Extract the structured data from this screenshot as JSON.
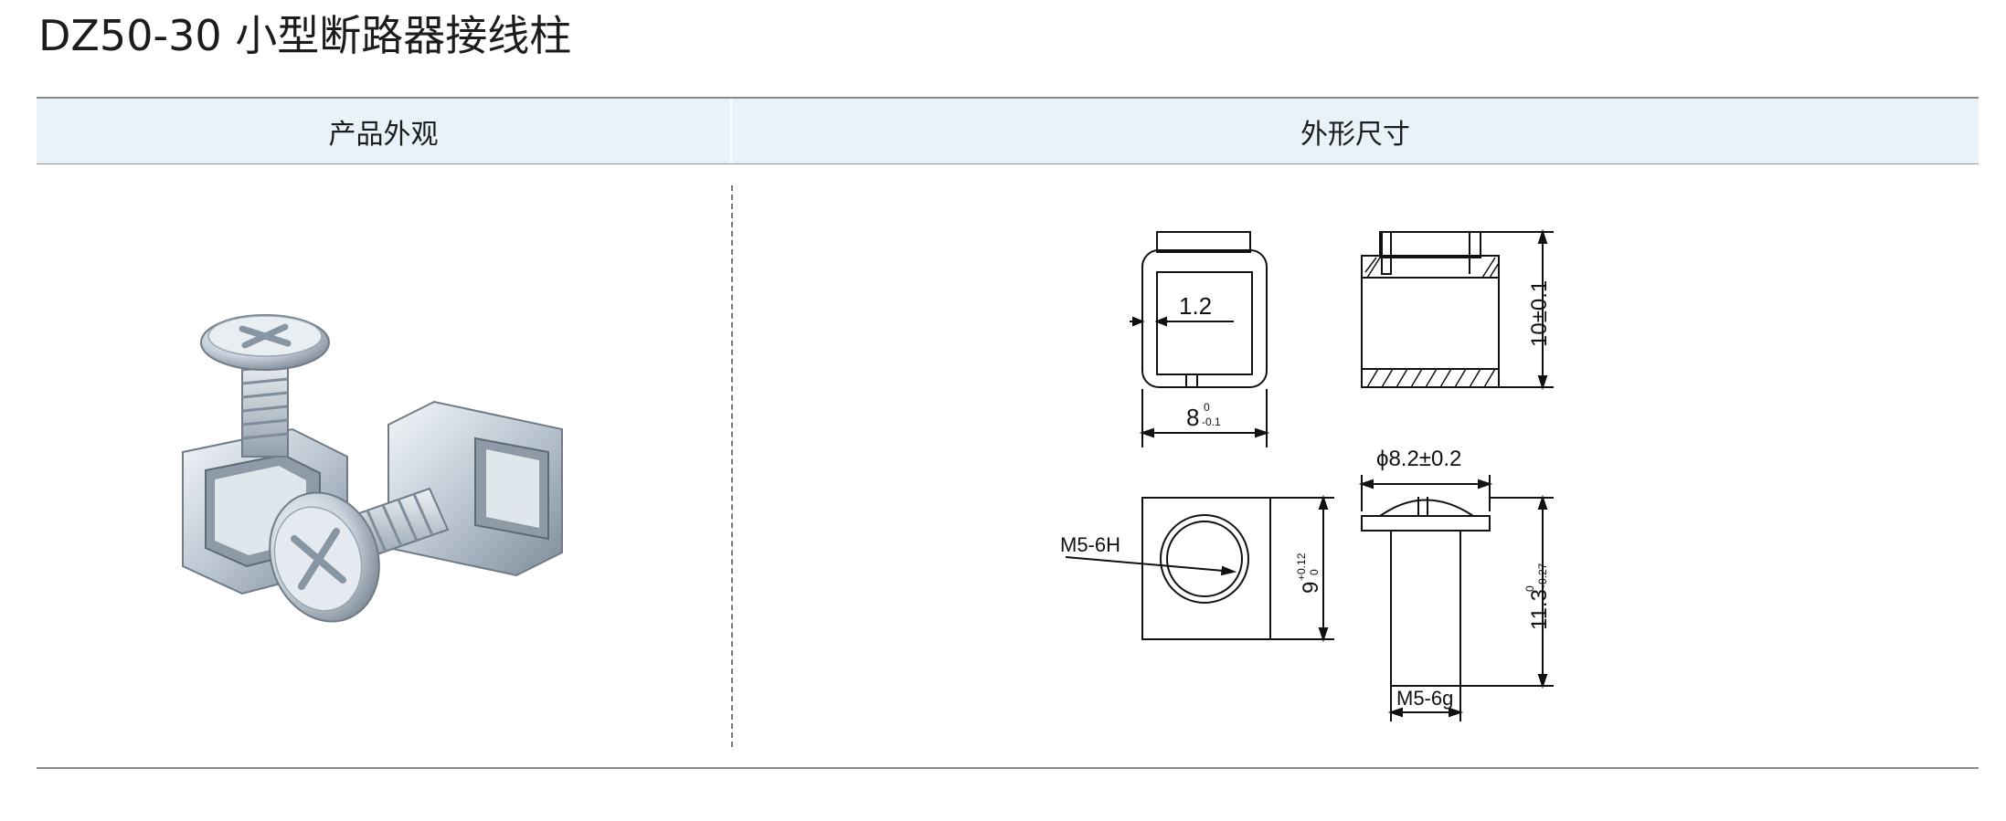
{
  "page": {
    "title": "DZ50-30 小型断路器接线柱"
  },
  "table": {
    "headers": {
      "appearance": "产品外观",
      "dimensions": "外形尺寸"
    }
  },
  "drawing": {
    "dims": {
      "wall_thickness": "1.2",
      "width_main": "8",
      "width_upper_tol": "0",
      "width_lower_tol": "-0.1",
      "height": "10±0.1",
      "nut_thread": "M5-6H",
      "nut_height_main": "9",
      "nut_upper_tol": "+0.12",
      "nut_lower_tol": "0",
      "head_diameter": "ϕ8.2±0.2",
      "screw_length_main": "11.3",
      "screw_upper_tol": "0",
      "screw_lower_tol": "-0.27",
      "screw_thread": "M5-6g"
    }
  },
  "colors": {
    "header_bg": "#e8f2f8",
    "rule": "#8a8a8a",
    "metal_light": "#e9eef3",
    "metal_mid": "#b9c4cf",
    "metal_dark": "#7d8a97"
  }
}
